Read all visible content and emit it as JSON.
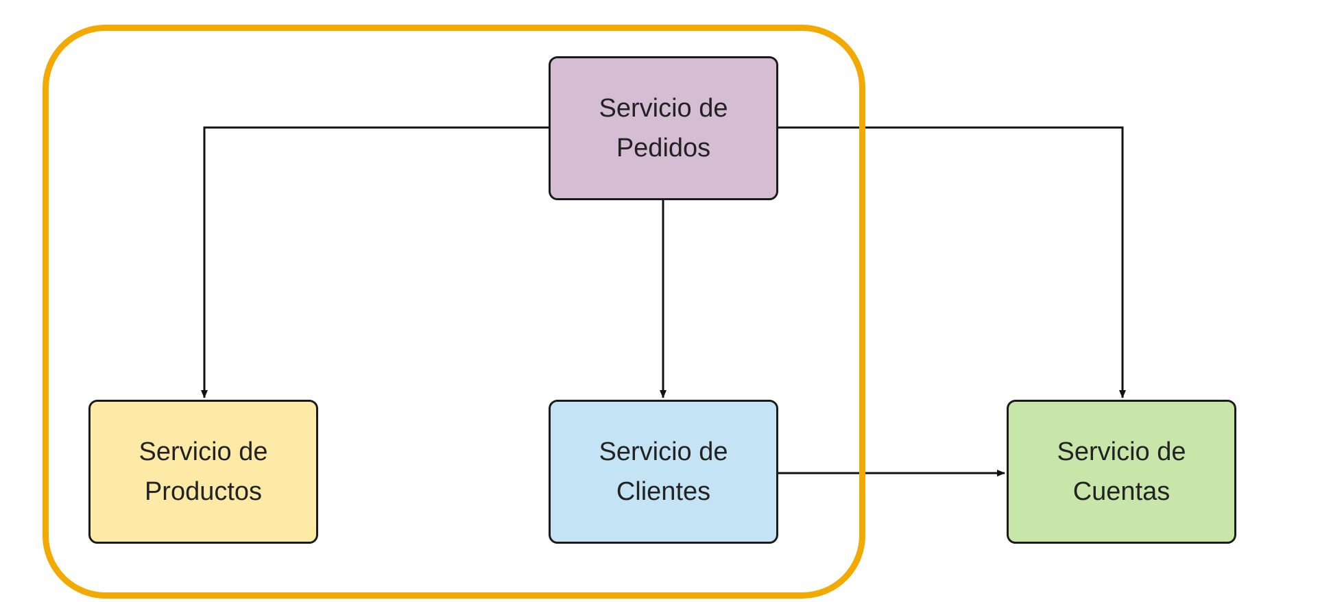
{
  "colors": {
    "group_border": "#F2A900",
    "edge": "#111111",
    "node_border": "#1a1a1a",
    "text": "#222222"
  },
  "nodes": [
    {
      "id": "pedidos",
      "label": "Servicio de\nPedidos",
      "fill": "#D5BDD4"
    },
    {
      "id": "productos",
      "label": "Servicio de\nProductos",
      "fill": "#FDEAA7"
    },
    {
      "id": "clientes",
      "label": "Servicio de\nClientes",
      "fill": "#C4E3F5"
    },
    {
      "id": "cuentas",
      "label": "Servicio de\nCuentas",
      "fill": "#C8E6AA"
    }
  ],
  "edges": [
    {
      "from": "pedidos",
      "to": "productos"
    },
    {
      "from": "pedidos",
      "to": "clientes"
    },
    {
      "from": "pedidos",
      "to": "cuentas"
    },
    {
      "from": "clientes",
      "to": "cuentas"
    }
  ],
  "groups": [
    {
      "members": [
        "pedidos",
        "productos",
        "clientes"
      ]
    }
  ]
}
